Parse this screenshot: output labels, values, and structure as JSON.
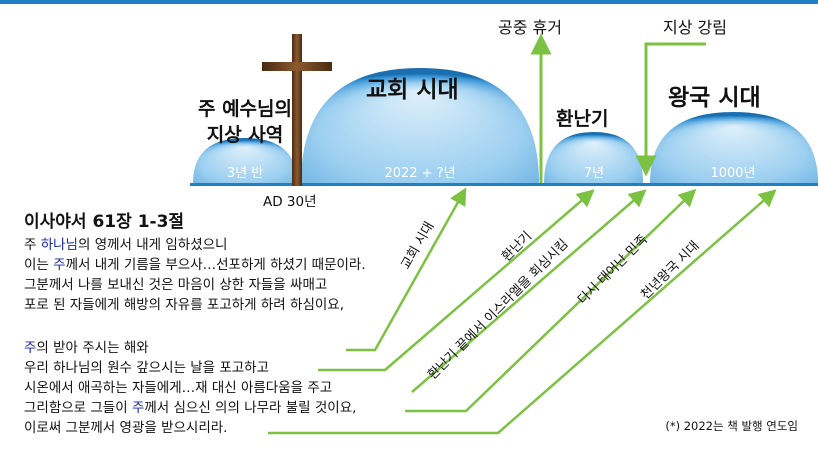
{
  "colors": {
    "arrow_green": "#7cc242",
    "dome_light": "#cfe8f8",
    "dome_dark": "#1f80c4",
    "cross": "#6b3d1e",
    "highlight": "#1a2aa6"
  },
  "timeline": {
    "event_ministry_line1": "주 예수님의",
    "event_ministry_line2": "지상 사역",
    "event_church": "교회 시대",
    "event_rapture": "공중 휴거",
    "event_tribulation": "환난기",
    "event_second_coming": "지상 강림",
    "event_kingdom": "왕국 시대",
    "dome_ministry": "3년 반",
    "dome_church": "2022 + ?년",
    "dome_tribulation": "7년",
    "dome_kingdom": "1000년",
    "cross_label": "AD 30년"
  },
  "diagonal_labels": [
    "교회 시대",
    "환난기",
    "환난기 끝에서 이스라엘을 회심시킴",
    "다시 태어난 민족",
    "천년왕국 시대"
  ],
  "scripture": {
    "heading": "이사야서 61장 1-3절",
    "p1": [
      {
        "pre": "주 ",
        "hl": "하나님",
        "post": "의 영께서 내게 임하셨으니"
      },
      {
        "pre": "이는 ",
        "hl": "주",
        "post": "께서 내게 기름을 부으사…선포하게 하셨기 때문이라."
      },
      {
        "pre": "그분께서 나를 보내신 것은 마음이 상한 자들을 싸매고",
        "hl": "",
        "post": ""
      },
      {
        "pre": "포로 된 자들에게 해방의 자유를 포고하게 하려 하심이요,",
        "hl": "",
        "post": ""
      }
    ],
    "p2": [
      {
        "pre": "",
        "hl": "주",
        "post": "의 받아 주시는 해와"
      },
      {
        "pre": "우리 하나님의 원수 갚으시는 날을 포고하고",
        "hl": "",
        "post": ""
      },
      {
        "pre": "시온에서 애곡하는 자들에게…재 대신 아름다움을 주고",
        "hl": "",
        "post": ""
      },
      {
        "pre": "그리함으로 그들이 ",
        "hl": "주",
        "post": "께서 심으신 의의 나무라 불릴 것이요,"
      },
      {
        "pre": "이로써 그분께서 영광을 받으시리라.",
        "hl": "",
        "post": ""
      }
    ]
  },
  "footnote": "(*) 2022는 책 발행 연도임"
}
